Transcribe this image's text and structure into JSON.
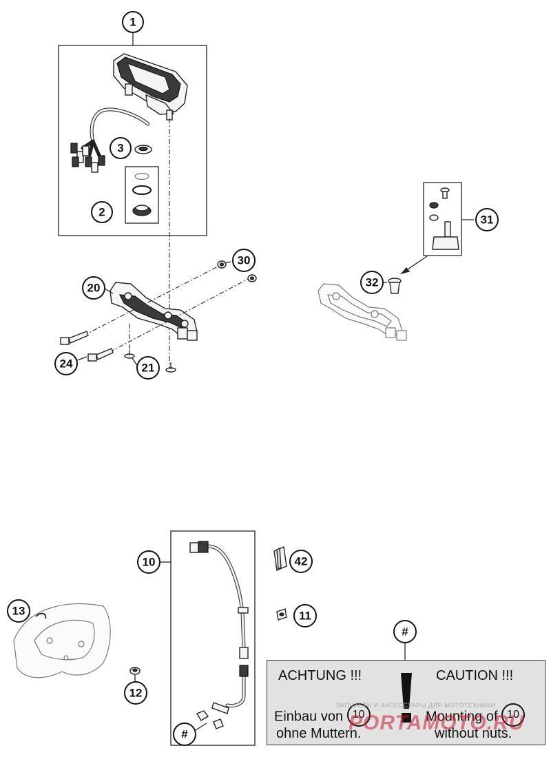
{
  "callouts": [
    {
      "name": "callout-1",
      "label": "1"
    },
    {
      "name": "callout-2",
      "label": "2"
    },
    {
      "name": "callout-3",
      "label": "3"
    },
    {
      "name": "callout-10",
      "label": "10"
    },
    {
      "name": "callout-11",
      "label": "11"
    },
    {
      "name": "callout-12",
      "label": "12"
    },
    {
      "name": "callout-13",
      "label": "13"
    },
    {
      "name": "callout-20",
      "label": "20"
    },
    {
      "name": "callout-21",
      "label": "21"
    },
    {
      "name": "callout-24",
      "label": "24"
    },
    {
      "name": "callout-30",
      "label": "30"
    },
    {
      "name": "callout-31",
      "label": "31"
    },
    {
      "name": "callout-32",
      "label": "32"
    },
    {
      "name": "callout-42",
      "label": "42"
    },
    {
      "name": "callout-hash-sensor",
      "label": "#"
    },
    {
      "name": "callout-hash-note",
      "label": "#"
    }
  ],
  "warning": {
    "de_title": "ACHTUNG !!!",
    "en_title": "CAUTION !!!",
    "de_line1_prefix": "Einbau von",
    "de_ref": "10",
    "de_line2": "ohne Muttern.",
    "en_line1_prefix": "Mounting of",
    "en_ref": "10",
    "en_line2": "without nuts.",
    "accent_color": "#111111",
    "background_color": "#e2e2e2"
  },
  "watermark": {
    "text": "ЗАПЧАСТИ И АКСЕССУАРЫ ДЛЯ МОТОТЕХНИКИ",
    "logo": "PORTAMOTO.RU"
  }
}
